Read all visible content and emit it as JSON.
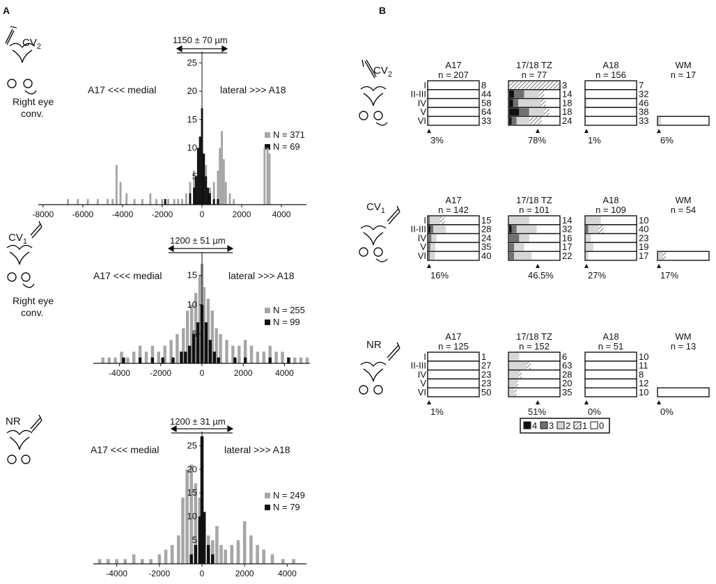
{
  "panel_labels": [
    "A",
    "B"
  ],
  "histograms": [
    {
      "condition": "CV",
      "condition_sub": "2",
      "eye_note": [
        "Right eye",
        "conv."
      ],
      "medial_label": "A17 <<< medial",
      "lateral_label": "lateral >>> A18",
      "width_label": "1150 ± 70 µm",
      "legend": [
        "N = 371",
        "N = 69"
      ],
      "xticks": [
        "-8000",
        "-6000",
        "-4000",
        "-2000",
        "0",
        "2000",
        "4000"
      ],
      "yticks": [
        "5",
        "10",
        "15",
        "20",
        "25"
      ]
    },
    {
      "condition": "CV",
      "condition_sub": "1",
      "eye_note": [
        "Right eye",
        "conv."
      ],
      "medial_label": "A17 <<< medial",
      "lateral_label": "lateral >>> A18",
      "width_label": "1200 ± 51 µm",
      "legend": [
        "N = 255",
        "N = 99"
      ],
      "xticks": [
        "-4000",
        "-2000",
        "0",
        "2000",
        "4000"
      ],
      "yticks": [
        "5",
        "10",
        "15"
      ]
    },
    {
      "condition": "NR",
      "condition_sub": "",
      "eye_note": [],
      "medial_label": "A17 <<< medial",
      "lateral_label": "lateral >>> A18",
      "width_label": "1200 ± 31 µm",
      "legend": [
        "N = 249",
        "N = 79"
      ],
      "xticks": [
        "-4000",
        "-2000",
        "0",
        "2000",
        "4000"
      ],
      "yticks": [
        "5",
        "10",
        "15",
        "20",
        "25"
      ]
    }
  ],
  "layer_labels": [
    "I",
    "II-III",
    "IV",
    "V",
    "VI"
  ],
  "bar_rows": [
    {
      "condition": "CV",
      "condition_sub": "2",
      "areas": [
        {
          "title": "A17",
          "n": "n = 207",
          "counts": [
            "8",
            "44",
            "58",
            "64",
            "33"
          ],
          "pct": "3%"
        },
        {
          "title": "17/18 TZ",
          "n": "n = 77",
          "counts": [
            "3",
            "14",
            "18",
            "18",
            "24"
          ],
          "pct": "78%"
        },
        {
          "title": "A18",
          "n": "n = 156",
          "counts": [
            "7",
            "32",
            "46",
            "38",
            "33"
          ],
          "pct": "1%"
        },
        {
          "title": "WM",
          "n": "n = 17",
          "counts": [],
          "pct": "6%"
        }
      ]
    },
    {
      "condition": "CV",
      "condition_sub": "1",
      "areas": [
        {
          "title": "A17",
          "n": "n = 142",
          "counts": [
            "15",
            "28",
            "24",
            "35",
            "40"
          ],
          "pct": "16%"
        },
        {
          "title": "17/18 TZ",
          "n": "n = 101",
          "counts": [
            "14",
            "32",
            "16",
            "17",
            "22"
          ],
          "pct": "46.5%"
        },
        {
          "title": "A18",
          "n": "n = 109",
          "counts": [
            "10",
            "40",
            "23",
            "19",
            "17"
          ],
          "pct": "27%"
        },
        {
          "title": "WM",
          "n": "n = 54",
          "counts": [],
          "pct": "17%"
        }
      ]
    },
    {
      "condition": "NR",
      "condition_sub": "",
      "areas": [
        {
          "title": "A17",
          "n": "n = 125",
          "counts": [
            "1",
            "27",
            "23",
            "23",
            "50"
          ],
          "pct": "1%"
        },
        {
          "title": "17/18 TZ",
          "n": "n = 152",
          "counts": [
            "6",
            "63",
            "28",
            "20",
            "35"
          ],
          "pct": "51%"
        },
        {
          "title": "A18",
          "n": "n = 51",
          "counts": [
            "10",
            "11",
            "8",
            "12",
            "10"
          ],
          "pct": "0%"
        },
        {
          "title": "WM",
          "n": "n = 13",
          "counts": [],
          "pct": "0%"
        }
      ]
    }
  ],
  "key": [
    "4",
    "3",
    "2",
    "1",
    "0"
  ],
  "colors": {
    "gray": "#a6a6a6",
    "black": "#111111",
    "light": "#d6d6d6",
    "dark": "#707070"
  },
  "chart_data": [
    {
      "type": "bar",
      "panel": "A (CV2)",
      "title": "1150 ± 70 µm",
      "xlim": [
        -8500,
        5000
      ],
      "ylim": [
        0,
        27
      ],
      "series": [
        {
          "name": "N = 371",
          "x": [
            -6750,
            -6250,
            -5750,
            -5250,
            -4750,
            -4500,
            -4300,
            -4100,
            -3800,
            -3400,
            -3000,
            -2600,
            -2300,
            -2000,
            -1700,
            -1400,
            -1200,
            -1000,
            -800,
            -600,
            -400,
            -200,
            0,
            200,
            400,
            600,
            800,
            900,
            1000,
            1100,
            1200,
            1400,
            1600,
            3150,
            3300,
            3400
          ],
          "y": [
            1,
            1,
            1,
            1,
            1,
            1,
            7,
            4,
            2,
            1,
            1,
            2,
            1,
            1,
            1,
            1,
            1,
            1,
            2,
            4,
            6,
            8,
            10,
            7,
            3,
            4,
            6,
            10,
            13,
            8,
            4,
            2,
            1,
            10,
            10,
            9
          ]
        },
        {
          "name": "N = 69",
          "x": [
            -1850,
            -600,
            -400,
            -300,
            -200,
            -100,
            0,
            100,
            200,
            300,
            400,
            600,
            800
          ],
          "y": [
            1,
            2,
            3,
            5,
            10,
            12,
            17,
            9,
            5,
            3,
            2,
            1,
            1
          ]
        }
      ]
    },
    {
      "type": "bar",
      "panel": "A (CV1)",
      "title": "1200 ± 51 µm",
      "xlim": [
        -5000,
        5500
      ],
      "ylim": [
        0,
        19
      ],
      "series": [
        {
          "name": "N = 255",
          "x": [
            -4800,
            -4500,
            -4200,
            -3900,
            -3600,
            -3300,
            -3000,
            -2700,
            -2400,
            -2100,
            -1800,
            -1500,
            -1200,
            -900,
            -700,
            -500,
            -300,
            -100,
            0,
            100,
            300,
            500,
            700,
            900,
            1200,
            1500,
            1800,
            2100,
            2400,
            2700,
            3000,
            3300,
            3600,
            3900,
            4200,
            4500,
            4800,
            5100
          ],
          "y": [
            1,
            1,
            1,
            2,
            1,
            2,
            3,
            2,
            3,
            2,
            3,
            4,
            5,
            6,
            9,
            10,
            12,
            15,
            17,
            13,
            11,
            9,
            6,
            5,
            4,
            3,
            3,
            4,
            3,
            2,
            2,
            3,
            2,
            2,
            1,
            1,
            1,
            1
          ]
        },
        {
          "name": "N = 99",
          "x": [
            -3800,
            -3000,
            -2400,
            -1900,
            -1400,
            -1000,
            -800,
            -600,
            -400,
            -200,
            0,
            200,
            400,
            600,
            800,
            1600,
            2100,
            3300,
            4200
          ],
          "y": [
            1,
            1,
            1,
            1,
            1,
            2,
            2,
            3,
            5,
            7,
            10,
            7,
            4,
            2,
            1,
            1,
            1,
            1,
            1
          ]
        }
      ]
    },
    {
      "type": "bar",
      "panel": "A (NR)",
      "title": "1200 ± 31 µm",
      "xlim": [
        -5000,
        5000
      ],
      "ylim": [
        0,
        28
      ],
      "series": [
        {
          "name": "N = 249",
          "x": [
            -4800,
            -4400,
            -4000,
            -3600,
            -3200,
            -2800,
            -2400,
            -2000,
            -1700,
            -1400,
            -1100,
            -900,
            -700,
            -500,
            -300,
            -100,
            0,
            100,
            300,
            500,
            700,
            900,
            1100,
            1400,
            1700,
            2000,
            2300,
            2600,
            2900,
            3300,
            3800,
            4300
          ],
          "y": [
            1,
            1,
            1,
            1,
            2,
            1,
            1,
            2,
            3,
            4,
            6,
            14,
            20,
            21,
            17,
            14,
            10,
            8,
            6,
            5,
            8,
            4,
            3,
            4,
            5,
            9,
            6,
            4,
            3,
            2,
            1,
            1
          ]
        },
        {
          "name": "N = 79",
          "x": [
            -500,
            -300,
            -100,
            0,
            100,
            300,
            500
          ],
          "y": [
            2,
            4,
            10,
            27,
            11,
            4,
            2
          ]
        }
      ]
    },
    {
      "type": "bar",
      "panel": "B",
      "series": [
        {
          "name": "CV2 A17 (% cells)",
          "layers": [
            "I",
            "II-III",
            "IV",
            "V",
            "VI"
          ],
          "level_4": [
            0,
            0,
            0,
            0,
            0
          ],
          "level_3": [
            0,
            0,
            0,
            0,
            0
          ],
          "level_2": [
            0,
            2,
            2,
            1,
            3
          ],
          "level_1": [
            0,
            0,
            0,
            0,
            0
          ]
        },
        {
          "name": "CV2 17/18 TZ (% cells)",
          "layers": [
            "I",
            "II-III",
            "IV",
            "V",
            "VI"
          ],
          "level_4": [
            0,
            10,
            8,
            20,
            5
          ],
          "level_3": [
            0,
            20,
            10,
            20,
            10
          ],
          "level_2": [
            0,
            30,
            45,
            30,
            25
          ],
          "level_1": [
            100,
            10,
            10,
            10,
            25
          ]
        },
        {
          "name": "CV2 A18 (% cells)",
          "layers": [
            "I",
            "II-III",
            "IV",
            "V",
            "VI"
          ],
          "level_4": [
            0,
            0,
            0,
            0,
            0
          ],
          "level_3": [
            0,
            0,
            0,
            0,
            0
          ],
          "level_2": [
            0,
            0,
            2,
            0,
            0
          ],
          "level_1": [
            0,
            0,
            0,
            0,
            0
          ]
        },
        {
          "name": "CV1 A17 (% cells)",
          "layers": [
            "I",
            "II-III",
            "IV",
            "V",
            "VI"
          ],
          "level_4": [
            0,
            4,
            0,
            0,
            0
          ],
          "level_3": [
            3,
            6,
            6,
            4,
            3
          ],
          "level_2": [
            20,
            25,
            10,
            10,
            10
          ],
          "level_1": [
            10,
            0,
            0,
            0,
            0
          ]
        },
        {
          "name": "CV1 17/18 TZ (% cells)",
          "layers": [
            "I",
            "II-III",
            "IV",
            "V",
            "VI"
          ],
          "level_4": [
            0,
            5,
            0,
            0,
            0
          ],
          "level_3": [
            0,
            10,
            20,
            10,
            10
          ],
          "level_2": [
            40,
            40,
            20,
            20,
            35
          ],
          "level_1": [
            0,
            0,
            0,
            0,
            0
          ]
        },
        {
          "name": "CV1 A18 (% cells)",
          "layers": [
            "I",
            "II-III",
            "IV",
            "V",
            "VI"
          ],
          "level_4": [
            0,
            0,
            0,
            0,
            0
          ],
          "level_3": [
            0,
            5,
            0,
            0,
            0
          ],
          "level_2": [
            30,
            20,
            10,
            15,
            5
          ],
          "level_1": [
            0,
            10,
            0,
            0,
            0
          ]
        },
        {
          "name": "NR 17/18 TZ (% cells)",
          "layers": [
            "I",
            "II-III",
            "IV",
            "V",
            "VI"
          ],
          "level_4": [
            0,
            0,
            0,
            0,
            0
          ],
          "level_3": [
            0,
            0,
            0,
            0,
            0
          ],
          "level_2": [
            20,
            35,
            20,
            15,
            10
          ],
          "level_1": [
            0,
            8,
            5,
            3,
            5
          ]
        }
      ]
    }
  ]
}
